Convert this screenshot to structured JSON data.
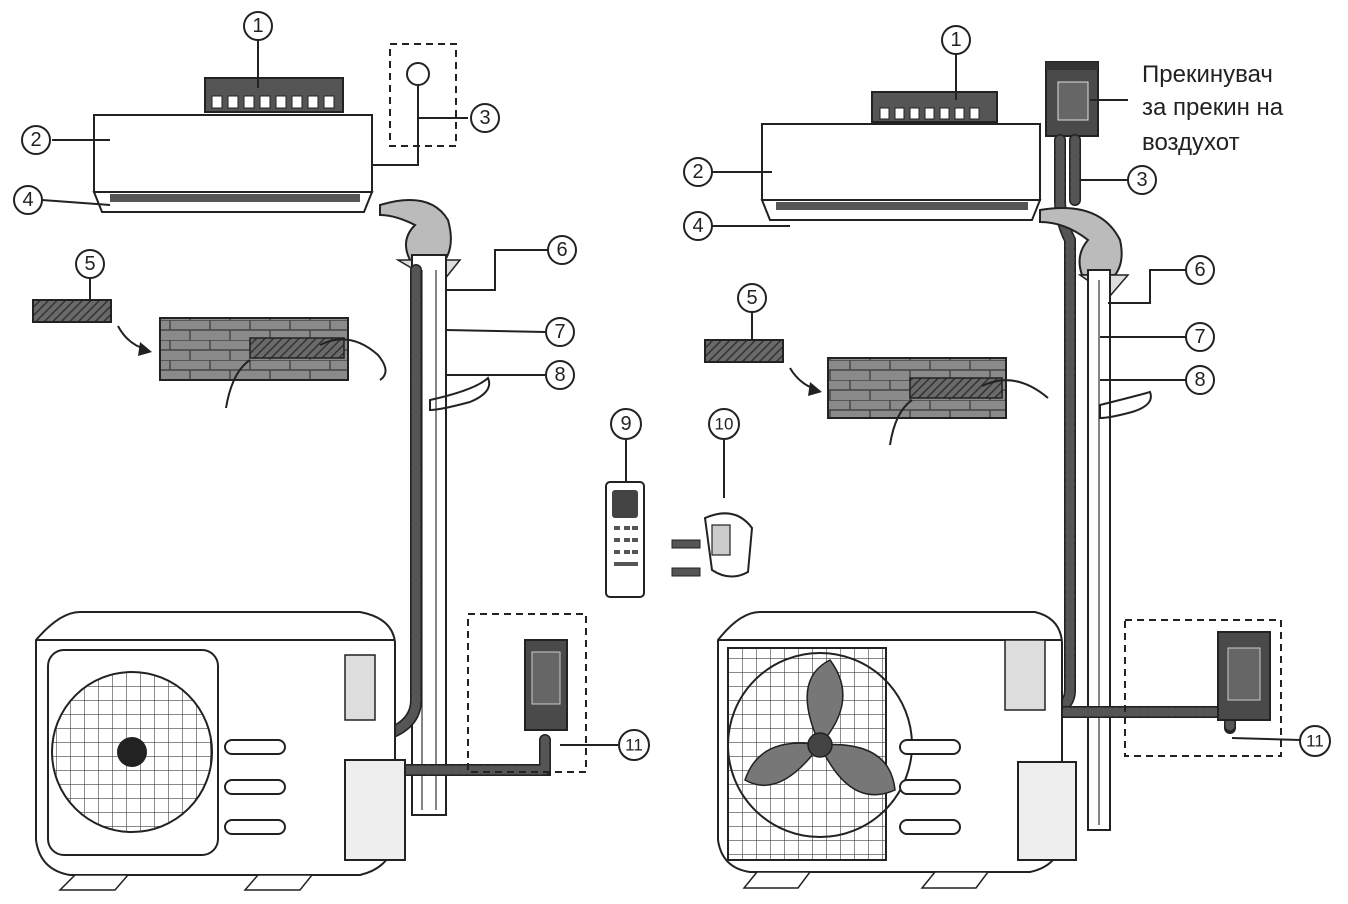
{
  "left_callouts": [
    "1",
    "2",
    "3",
    "4",
    "5",
    "6",
    "7",
    "8",
    "9",
    "10",
    "11"
  ],
  "right_callouts": [
    "1",
    "2",
    "3",
    "4",
    "5",
    "6",
    "7",
    "8",
    "11"
  ],
  "right_label": {
    "line1": "Прекинувач",
    "line2": "за прекин на",
    "line3": "воздухот"
  },
  "colors": {
    "line": "#222222",
    "dark_fill": "#4a4a4a",
    "background": "#ffffff"
  }
}
